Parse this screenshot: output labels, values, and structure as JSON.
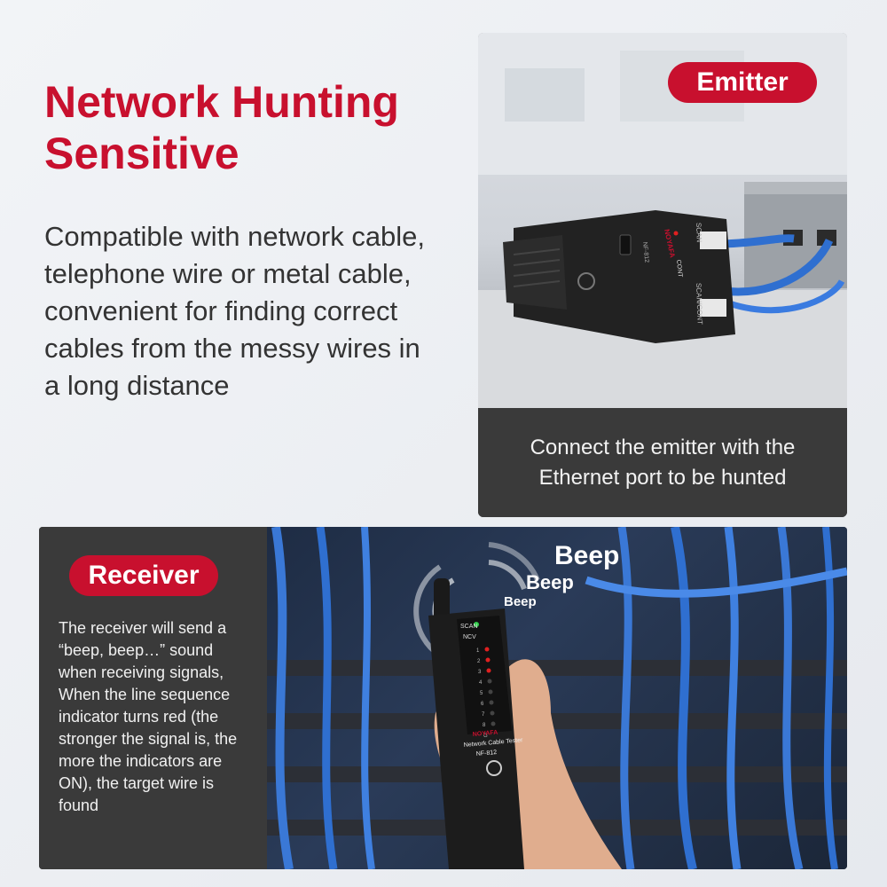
{
  "headline": {
    "line1": "Network Hunting",
    "line2": "Sensitive"
  },
  "description": "Compatible with network cable, telephone wire or metal cable, convenient for finding correct cables from the messy wires in a long distance",
  "emitter": {
    "badge": "Emitter",
    "caption": "Connect the emitter with the Ethernet port to be hunted",
    "device": {
      "brand": "NOYAFA",
      "port_labels": [
        "SCAN",
        "SCAN/CONT"
      ],
      "button_label": "CONT",
      "model": "NF-812"
    }
  },
  "receiver": {
    "badge": "Receiver",
    "text": "The receiver will send a “beep, beep…” sound when receiving signals, When the line sequence indicator turns red (the stronger the signal is, the more the indicators are ON), the target wire is found",
    "beeps": [
      "Beep",
      "Beep",
      "Beep"
    ],
    "device": {
      "brand": "NOYAFA",
      "labels": [
        "SCAN",
        "NCV"
      ],
      "indicators": [
        "1",
        "2",
        "3",
        "4",
        "5",
        "6",
        "7",
        "8",
        "G"
      ],
      "name": "Network Cable Tester",
      "model": "NF-812"
    }
  },
  "colors": {
    "accent": "#c8102e",
    "panel": "#3a3a3a",
    "text_dark": "#333333",
    "cable_blue": "#2f6fd0"
  }
}
